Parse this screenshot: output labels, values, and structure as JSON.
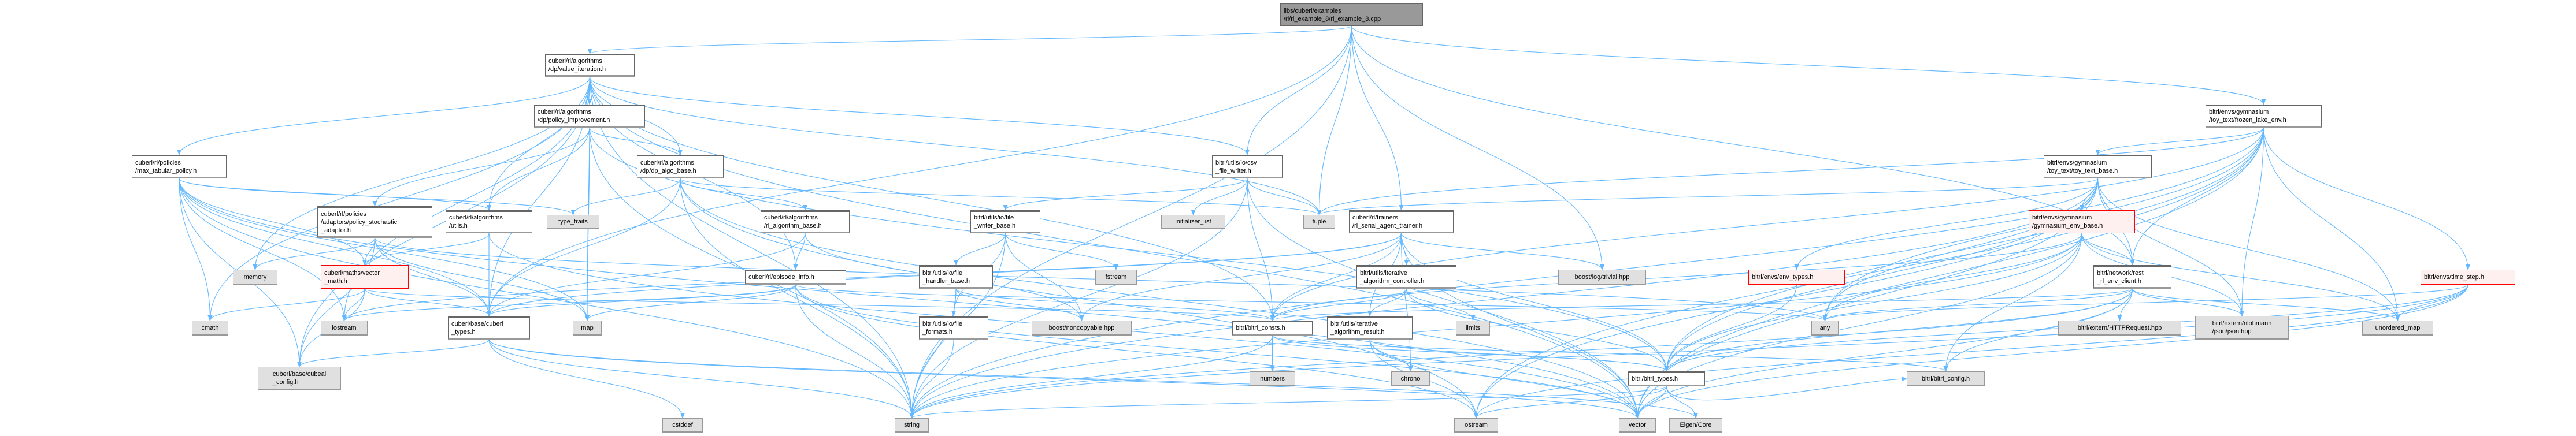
{
  "colors": {
    "edge": "#63b8ff",
    "root_fill": "#999999",
    "ext_fill": "#e0e0e0",
    "red_border": "#ff0000"
  },
  "nodes": {
    "root": "libs/cuberl/examples\n/rl/rl_example_8/rl_example_8.cpp",
    "vi": "cuberl/rl/algorithms\n/dp/value_iteration.h",
    "pi": "cuberl/rl/algorithms\n/dp/policy_improvement.h",
    "mtp": "cuberl/rl/policies\n/max_tabular_policy.h",
    "dab": "cuberl/rl/algorithms\n/dp/dp_algo_base.h",
    "psa": "cuberl/rl/policies\n/adaptors/policy_stochastic\n_adaptor.h",
    "utl": "cuberl/rl/algorithms\n/utils.h",
    "tt": "type_traits",
    "rab": "cuberl/rl/algorithms\n/rl_algorithm_base.h",
    "mem": "memory",
    "vm": "cuberl/maths/vector\n_math.h",
    "ei": "cuberl/rl/episode_info.h",
    "cmath": "cmath",
    "ios": "iostream",
    "ct": "cuberl/base/cuberl\n_types.h",
    "map": "map",
    "cfg": "cuberl/base/cubeai\n_config.h",
    "cstddef": "cstddef",
    "csv": "bitrl/utils/io/csv\n_file_writer.h",
    "fwb": "bitrl/utils/io/file\n_writer_base.h",
    "il": "initializer_list",
    "tuple": "tuple",
    "rsat": "cuberl/rl/trainers\n/rl_serial_agent_trainer.h",
    "fhb": "bitrl/utils/io/file\n_handler_base.h",
    "fstream": "fstream",
    "iac": "bitrl/utils/iterative\n_algorithm_controller.h",
    "blog": "boost/log/trivial.hpp",
    "ff": "bitrl/utils/io/file\n_formats.h",
    "bnc": "boost/noncopyable.hpp",
    "bc": "bitrl/bitrl_consts.h",
    "iar": "bitrl/utils/iterative\n_algorithm_result.h",
    "limits": "limits",
    "numbers": "numbers",
    "chrono": "chrono",
    "bt": "bitrl/bitrl_types.h",
    "string": "string",
    "ostream": "ostream",
    "vector": "vector",
    "eigen": "Eigen/Core",
    "fle": "bitrl/envs/gymnasium\n/toy_text/frozen_lake_env.h",
    "ttb": "bitrl/envs/gymnasium\n/toy_text/toy_text_base.h",
    "geb": "bitrl/envs/gymnasium\n/gymnasium_env_base.h",
    "et": "bitrl/envs/env_types.h",
    "rec": "bitrl/network/rest\n_rl_env_client.h",
    "ts": "bitrl/envs/time_step.h",
    "any": "any",
    "http": "bitrl/extern/HTTPRequest.hpp",
    "json": "bitrl/extern/nlohmann\n/json/json.hpp",
    "umap": "unordered_map",
    "bcfg": "bitrl/bitrl_config.h"
  },
  "edges": [
    [
      "root",
      "vi"
    ],
    [
      "root",
      "csv"
    ],
    [
      "root",
      "tuple"
    ],
    [
      "root",
      "rsat"
    ],
    [
      "root",
      "fle"
    ],
    [
      "root",
      "blog"
    ],
    [
      "root",
      "ct"
    ],
    [
      "root",
      "string"
    ],
    [
      "root",
      "rec"
    ],
    [
      "vi",
      "pi"
    ],
    [
      "vi",
      "dab"
    ],
    [
      "vi",
      "mtp"
    ],
    [
      "vi",
      "utl"
    ],
    [
      "vi",
      "mem"
    ],
    [
      "vi",
      "ct"
    ],
    [
      "vi",
      "cmath"
    ],
    [
      "vi",
      "cfg"
    ],
    [
      "vi",
      "string"
    ],
    [
      "vi",
      "ios"
    ],
    [
      "vi",
      "ei"
    ],
    [
      "vi",
      "csv"
    ],
    [
      "vi",
      "bc"
    ],
    [
      "vi",
      "tuple"
    ],
    [
      "vi",
      "map"
    ],
    [
      "vi",
      "vector"
    ],
    [
      "pi",
      "psa"
    ],
    [
      "pi",
      "utl"
    ],
    [
      "pi",
      "dab"
    ],
    [
      "pi",
      "map"
    ],
    [
      "pi",
      "string"
    ],
    [
      "pi",
      "bt"
    ],
    [
      "dab",
      "tt"
    ],
    [
      "dab",
      "rab"
    ],
    [
      "dab",
      "ct"
    ],
    [
      "dab",
      "tuple"
    ],
    [
      "dab",
      "string"
    ],
    [
      "dab",
      "ostream"
    ],
    [
      "dab",
      "vector"
    ],
    [
      "mtp",
      "vm"
    ],
    [
      "mtp",
      "ct"
    ],
    [
      "mtp",
      "cfg"
    ],
    [
      "mtp",
      "tt"
    ],
    [
      "mtp",
      "utl"
    ],
    [
      "mtp",
      "cmath"
    ],
    [
      "mtp",
      "ios"
    ],
    [
      "mtp",
      "string"
    ],
    [
      "mtp",
      "vector"
    ],
    [
      "mtp",
      "map"
    ],
    [
      "psa",
      "mem"
    ],
    [
      "psa",
      "vm"
    ],
    [
      "psa",
      "ct"
    ],
    [
      "psa",
      "cfg"
    ],
    [
      "psa",
      "map"
    ],
    [
      "psa",
      "any"
    ],
    [
      "utl",
      "vm"
    ],
    [
      "utl",
      "ct"
    ],
    [
      "utl",
      "vector"
    ],
    [
      "rab",
      "ei"
    ],
    [
      "rab",
      "ct"
    ],
    [
      "rab",
      "bnc"
    ],
    [
      "ei",
      "ct"
    ],
    [
      "ei",
      "map"
    ],
    [
      "ei",
      "string"
    ],
    [
      "ei",
      "ios"
    ],
    [
      "ei",
      "ostream"
    ],
    [
      "ei",
      "any"
    ],
    [
      "ei",
      "vector"
    ],
    [
      "vm",
      "cmath"
    ],
    [
      "vm",
      "ios"
    ],
    [
      "vm",
      "ct"
    ],
    [
      "vm",
      "cfg"
    ],
    [
      "vm",
      "bc"
    ],
    [
      "ct",
      "cfg"
    ],
    [
      "ct",
      "cstddef"
    ],
    [
      "ct",
      "vector"
    ],
    [
      "ct",
      "string"
    ],
    [
      "ct",
      "eigen"
    ],
    [
      "csv",
      "fwb"
    ],
    [
      "csv",
      "il"
    ],
    [
      "csv",
      "tuple"
    ],
    [
      "csv",
      "string"
    ],
    [
      "csv",
      "vector"
    ],
    [
      "csv",
      "bc"
    ],
    [
      "fwb",
      "fhb"
    ],
    [
      "fwb",
      "fstream"
    ],
    [
      "fwb",
      "bnc"
    ],
    [
      "fwb",
      "ff"
    ],
    [
      "fwb",
      "string"
    ],
    [
      "fhb",
      "ff"
    ],
    [
      "fhb",
      "bnc"
    ],
    [
      "fhb",
      "string"
    ],
    [
      "fhb",
      "bc"
    ],
    [
      "ff",
      "string"
    ],
    [
      "rsat",
      "iac"
    ],
    [
      "rsat",
      "iar"
    ],
    [
      "rsat",
      "bc"
    ],
    [
      "rsat",
      "bnc"
    ],
    [
      "rsat",
      "blog"
    ],
    [
      "rsat",
      "chrono"
    ],
    [
      "rsat",
      "ct"
    ],
    [
      "rsat",
      "bt"
    ],
    [
      "rsat",
      "vector"
    ],
    [
      "rsat",
      "ios"
    ],
    [
      "iac",
      "iar"
    ],
    [
      "iac",
      "limits"
    ],
    [
      "iac",
      "bt"
    ],
    [
      "iac",
      "bc"
    ],
    [
      "iar",
      "chrono"
    ],
    [
      "iar",
      "ostream"
    ],
    [
      "iar",
      "bt"
    ],
    [
      "iar",
      "vector"
    ],
    [
      "bc",
      "numbers"
    ],
    [
      "bc",
      "string"
    ],
    [
      "bc",
      "bt"
    ],
    [
      "bc",
      "bcfg"
    ],
    [
      "bt",
      "string"
    ],
    [
      "bt",
      "ostream"
    ],
    [
      "bt",
      "vector"
    ],
    [
      "bt",
      "eigen"
    ],
    [
      "bt",
      "bcfg"
    ],
    [
      "fle",
      "ttb"
    ],
    [
      "fle",
      "rec"
    ],
    [
      "fle",
      "ts"
    ],
    [
      "fle",
      "json"
    ],
    [
      "fle",
      "umap"
    ],
    [
      "fle",
      "tuple"
    ],
    [
      "fle",
      "any"
    ],
    [
      "fle",
      "string"
    ],
    [
      "fle",
      "vector"
    ],
    [
      "fle",
      "bt"
    ],
    [
      "fle",
      "bc"
    ],
    [
      "fle",
      "ostream"
    ],
    [
      "ttb",
      "geb"
    ],
    [
      "ttb",
      "et"
    ],
    [
      "ttb",
      "rec"
    ],
    [
      "ttb",
      "tuple"
    ],
    [
      "ttb",
      "any"
    ],
    [
      "ttb",
      "json"
    ],
    [
      "ttb",
      "umap"
    ],
    [
      "ttb",
      "string"
    ],
    [
      "ttb",
      "bt"
    ],
    [
      "ttb",
      "vector"
    ],
    [
      "ttb",
      "ostream"
    ],
    [
      "geb",
      "rec"
    ],
    [
      "geb",
      "json"
    ],
    [
      "geb",
      "umap"
    ],
    [
      "geb",
      "any"
    ],
    [
      "geb",
      "bt"
    ],
    [
      "geb",
      "string"
    ],
    [
      "geb",
      "bcfg"
    ],
    [
      "geb",
      "bc"
    ],
    [
      "geb",
      "vector"
    ],
    [
      "et",
      "bt"
    ],
    [
      "rec",
      "http"
    ],
    [
      "rec",
      "json"
    ],
    [
      "rec",
      "umap"
    ],
    [
      "rec",
      "any"
    ],
    [
      "rec",
      "bt"
    ],
    [
      "rec",
      "bc"
    ],
    [
      "rec",
      "string"
    ],
    [
      "rec",
      "vector"
    ],
    [
      "rec",
      "bcfg"
    ],
    [
      "ts",
      "umap"
    ],
    [
      "ts",
      "any"
    ],
    [
      "ts",
      "bt"
    ],
    [
      "ts",
      "ostream"
    ],
    [
      "ts",
      "string"
    ],
    [
      "ts",
      "vector"
    ]
  ]
}
